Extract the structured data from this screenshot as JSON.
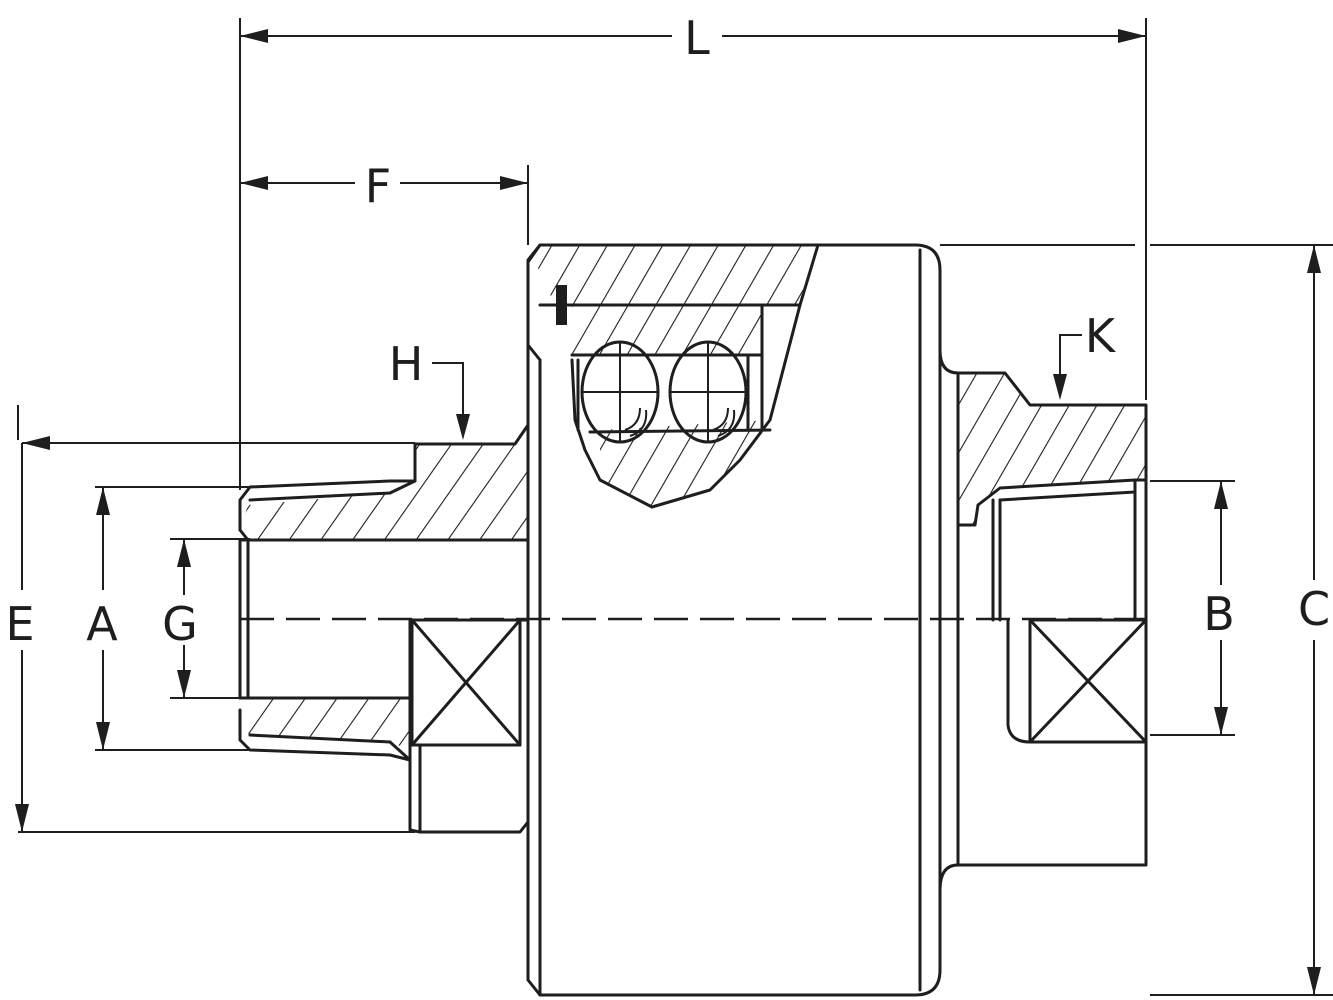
{
  "diagram": {
    "labels": {
      "L": "L",
      "F": "F",
      "H": "H",
      "K": "K",
      "E": "E",
      "A": "A",
      "G": "G",
      "B": "B",
      "C": "C"
    }
  }
}
